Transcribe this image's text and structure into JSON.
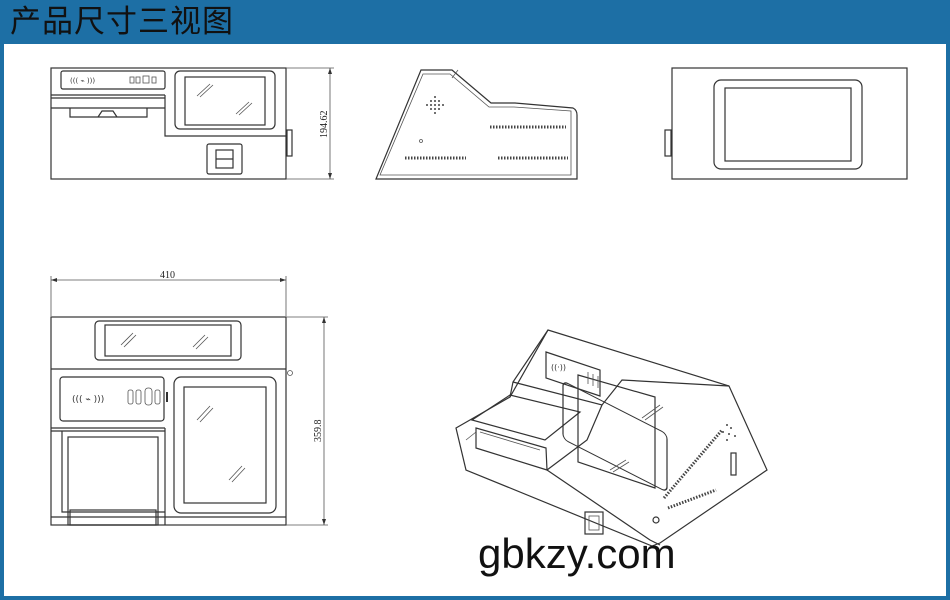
{
  "header": {
    "title": "产品尺寸三视图"
  },
  "dimensions": {
    "height_front": "194.62",
    "width_top": "410",
    "depth_top": "359.8"
  },
  "watermark": "gbkzy.com",
  "colors": {
    "header": "#1d6fa5",
    "line": "#333333"
  }
}
